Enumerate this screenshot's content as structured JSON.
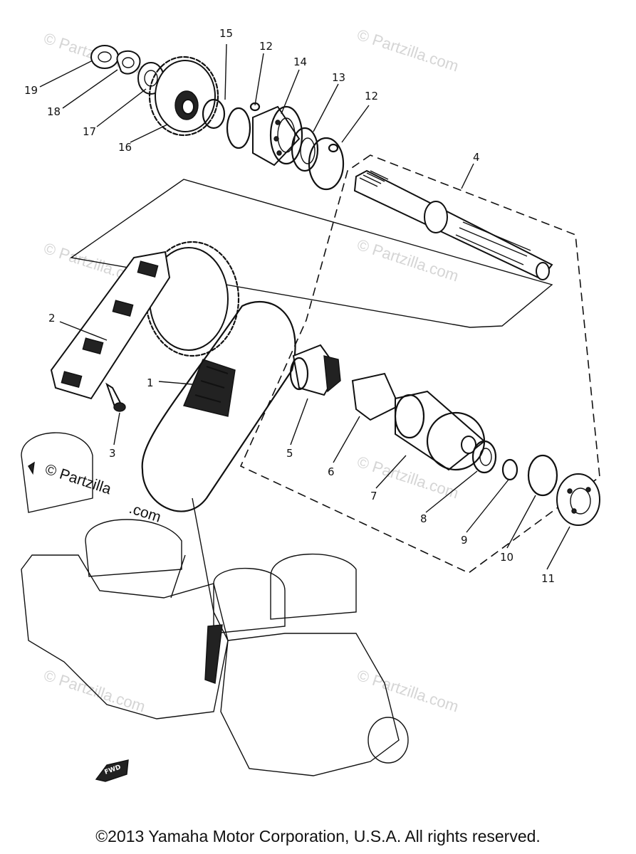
{
  "watermark": "© Partzilla.com",
  "watermark_main_line1": "© Partzilla",
  "watermark_main_line2": ".com",
  "fwd_label": "FWD",
  "copyright": "©2013 Yamaha Motor Corporation, U.S.A. All rights reserved.",
  "callouts": {
    "c1": "1",
    "c2": "2",
    "c3": "3",
    "c4": "4",
    "c5": "5",
    "c6": "6",
    "c7": "7",
    "c8": "8",
    "c9": "9",
    "c10": "10",
    "c11": "11",
    "c12a": "12",
    "c12b": "12",
    "c13": "13",
    "c14": "14",
    "c15": "15",
    "c16": "16",
    "c17": "17",
    "c18": "18",
    "c19": "19"
  }
}
